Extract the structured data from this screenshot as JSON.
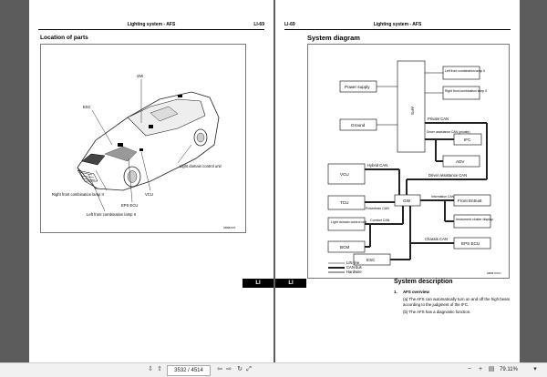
{
  "left_page": {
    "header_center": "Lighting system  - AFS",
    "header_code": "LI-69",
    "section_title": "Location of parts",
    "labels": {
      "gw": "GW",
      "esc": "ESC",
      "ldcu": "Light domain control unit",
      "rfcl": "Right front combination lamp II",
      "vcu": "VCU",
      "eps": "EPS ECU",
      "lfcl": "Left front combination lamp II"
    },
    "fig_code": "AB08XXX",
    "tab": "LI"
  },
  "right_page": {
    "header_code": "LI-69",
    "header_center": "Lighting system  - AFS",
    "section_title": "System diagram",
    "diagram": {
      "power_supply": "Power supply",
      "ground": "Ground",
      "afs": "AFS",
      "lfcl": "Left front combination lamp II",
      "rfcl": "Right front combination lamp II",
      "private_can": "Private CAN",
      "dac": "Driver assistance CAN (private)",
      "ifc": "IFC",
      "adv": "ADV",
      "dac2": "Driver assistance CAN",
      "vcu": "VCU",
      "hybrid_can": "Hybrid CAN",
      "tcu": "TCU",
      "powertrain_can": "Powertrain CAN",
      "gw": "GW",
      "info_can": "Information CAN",
      "front_entrust": "Front Entrust",
      "ldcu": "Light domain control unit",
      "comfort_can": "Comfort CAN",
      "cluster": "Instrument cluster display",
      "bcm": "BCM",
      "chassis_can": "Chassis CAN",
      "eps": "EPS ECU",
      "esc": "ESC",
      "legend_lin": "LIN line",
      "legend_can": "CAN bus",
      "legend_hw": "Hardwire",
      "fig_code": "AB08 XXXx"
    },
    "desc_title": "System description",
    "overview_num": "1.",
    "overview_title": "AFS overview",
    "items": [
      "(a)  The AFS can automatically turn on and off the high beam according to the judgment of the IFC.",
      "(b)  The AFS has a diagnostic function."
    ],
    "tab": "LI"
  },
  "toolbar": {
    "page_field": "3532 / 4514",
    "zoom": "79.11%"
  }
}
